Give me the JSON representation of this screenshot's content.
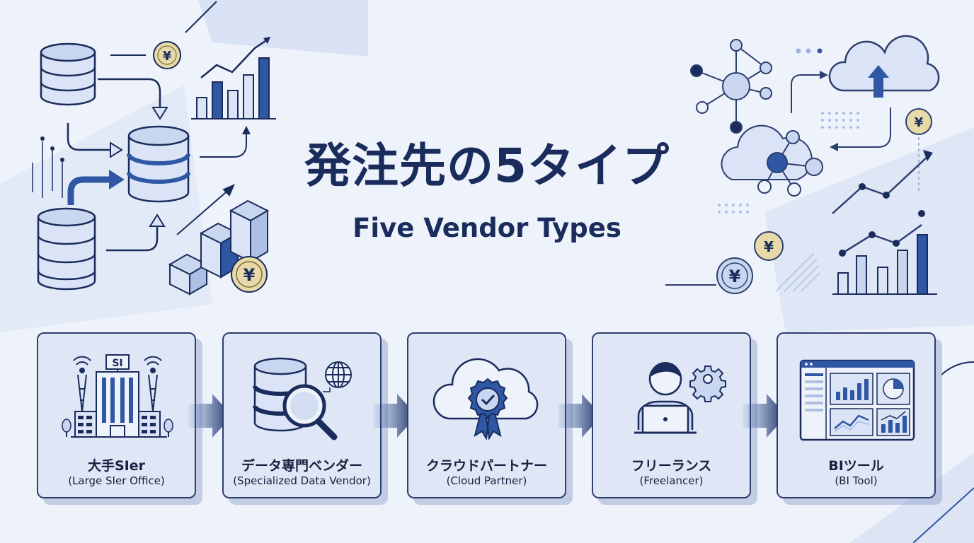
{
  "title": {
    "ja": "発注先の5タイプ",
    "en": "Five Vendor Types"
  },
  "currency_symbol": "¥",
  "vendors": [
    {
      "name_ja": "大手SIer",
      "name_en": "(Large SIer Office)",
      "icon": "building-icon",
      "sign_text": "SI"
    },
    {
      "name_ja": "データ専門ベンダー",
      "name_en": "(Specialized Data Vendor)",
      "icon": "database-search-icon"
    },
    {
      "name_ja": "クラウドパートナー",
      "name_en": "(Cloud Partner)",
      "icon": "cloud-badge-icon"
    },
    {
      "name_ja": "フリーランス",
      "name_en": "(Freelancer)",
      "icon": "freelancer-icon"
    },
    {
      "name_ja": "BIツール",
      "name_en": "(BI Tool)",
      "icon": "dashboard-icon"
    }
  ],
  "colors": {
    "navy": "#1a2c5c",
    "blue": "#2f57a3",
    "light": "#dfe6f6",
    "coin": "#e8d9a8",
    "coin_stroke": "#7a6a3a"
  }
}
